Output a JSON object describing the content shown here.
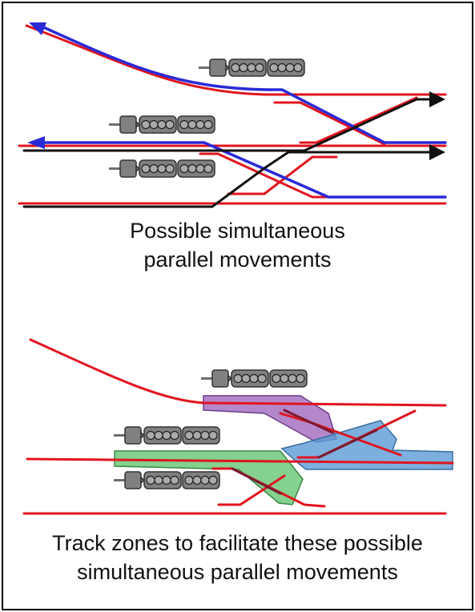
{
  "top_panel": {
    "caption_line1": "Possible simultaneous",
    "caption_line2": "parallel movements"
  },
  "bottom_panel": {
    "caption_line1": "Track zones to facilitate these possible",
    "caption_line2": "simultaneous parallel movements"
  },
  "colors": {
    "track": "#e0141e",
    "route_blue": "#2a2ad6",
    "route_black": "#111111",
    "zone_purple": "#9b5fb8",
    "zone_green": "#5cc26a",
    "zone_blue": "#5b9bd5",
    "signal_body": "#808080"
  },
  "icons": [
    "train-signal-icon",
    "arrow-head-icon"
  ]
}
